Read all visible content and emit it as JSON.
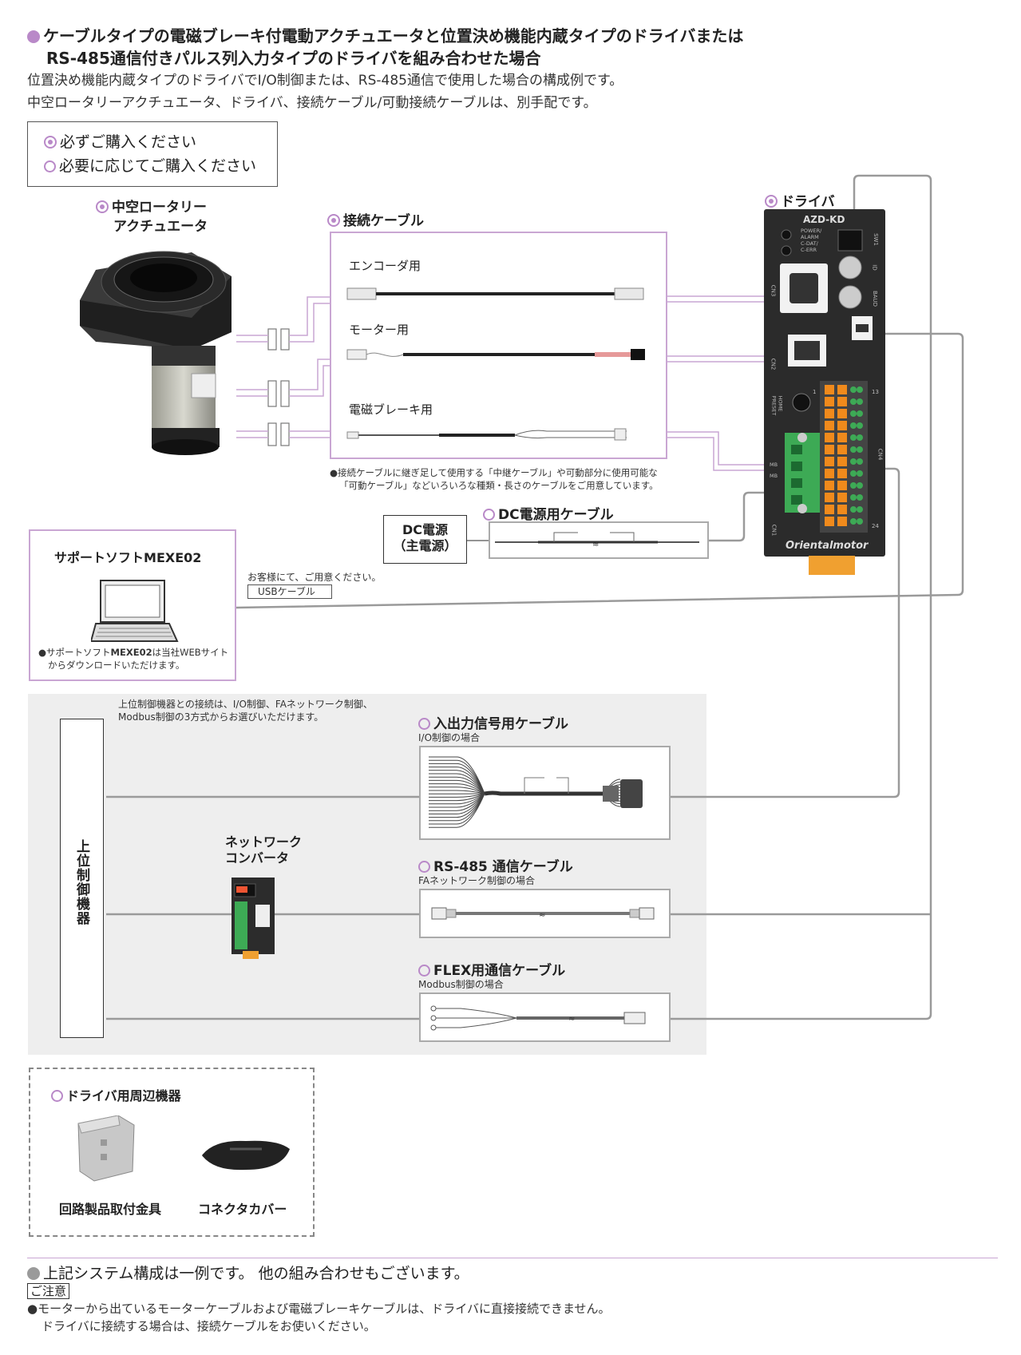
{
  "header": {
    "title_line1": "ケーブルタイプの電磁ブレーキ付電動アクチュエータと位置決め機能内蔵タイプのドライバまたは",
    "title_line2": "RS-485通信付きパルス列入力タイプのドライバを組み合わせた場合",
    "desc_line1": "位置決め機能内蔵タイプのドライバでI/O制御または、RS-485通信で使用した場合の構成例です。",
    "desc_line2": "中空ロータリーアクチュエータ、ドライバ、接続ケーブル/可動接続ケーブルは、別手配です。"
  },
  "legend": {
    "required": "必ずご購入ください",
    "optional": "必要に応じてご購入ください"
  },
  "actuator": {
    "line1": "中空ロータリー",
    "line2": "アクチュエータ"
  },
  "cables": {
    "title": "接続ケーブル",
    "encoder": "エンコーダ用",
    "motor": "モーター用",
    "brake": "電磁ブレーキ用",
    "note_line1": "●接続ケーブルに継ぎ足して使用する「中継ケーブル」や可動部分に使用可能な",
    "note_line2": "「可動ケーブル」などいろいろな種類・長さのケーブルをご用意しています。"
  },
  "driver": {
    "title": "ドライバ",
    "model": "AZD-KD",
    "brand": "Orientalmotor",
    "labels": {
      "power": "POWER/",
      "alarm": "ALARM",
      "cdat": "C-DAT/",
      "cerr": "C-ERR",
      "sw1": "SW1",
      "id": "ID",
      "baud": "BAUD",
      "cn2": "CN2",
      "cn3": "CN3",
      "cn4": "CN4",
      "cn1": "CN1",
      "home": "HOME",
      "preset": "PRESET",
      "mb1": "MB",
      "mb2": "MB",
      "n1": "1",
      "n13": "13",
      "n24": "24"
    }
  },
  "dc": {
    "source_line1": "DC電源",
    "source_line2": "（主電源）",
    "cable": "DC電源用ケーブル"
  },
  "software": {
    "title_prefix": "サポートソフト",
    "title_bold": "MEXE02",
    "note_prefix": "●サポートソフト",
    "note_bold": "MEXE02",
    "note_rest": "は当社WEBサイト",
    "note_line2": "からダウンロードいただけます。"
  },
  "usb": {
    "note": "お客様にて、ご用意ください。",
    "label": "USBケーブル"
  },
  "host": {
    "intro_line1": "上位制御機器との接続は、I/O制御、FAネットワーク制御、",
    "intro_line2": "Modbus制御の3方式からお選びいただけます。",
    "label": "上位制御機器"
  },
  "converter": {
    "line1": "ネットワーク",
    "line2": "コンバータ"
  },
  "io_cable": {
    "title": "入出力信号用ケーブル",
    "sub": "I/O制御の場合"
  },
  "rs485_cable": {
    "title": "RS-485 通信ケーブル",
    "sub": "FAネットワーク制御の場合"
  },
  "flex_cable": {
    "title": "FLEX用通信ケーブル",
    "sub": "Modbus制御の場合"
  },
  "peripherals": {
    "title": "ドライバ用周辺機器",
    "mount": "回路製品取付金具",
    "cover": "コネクタカバー"
  },
  "footer": {
    "system_note": "上記システム構成は一例です。 他の組み合わせもございます。",
    "caution_label": "ご注意",
    "caution_line1": "●モーターから出ているモーターケーブルおよび電磁ブレーキケーブルは、ドライバに直接接続できません。",
    "caution_line2": "ドライバに接続する場合は、接続ケーブルをお使いください。"
  },
  "colors": {
    "accent": "#b989c8",
    "gray_panel": "#eeeeee",
    "line": "#999999",
    "driver_body": "#2b2b2b",
    "terminal_orange": "#f08a1c",
    "terminal_green": "#3daa55"
  }
}
